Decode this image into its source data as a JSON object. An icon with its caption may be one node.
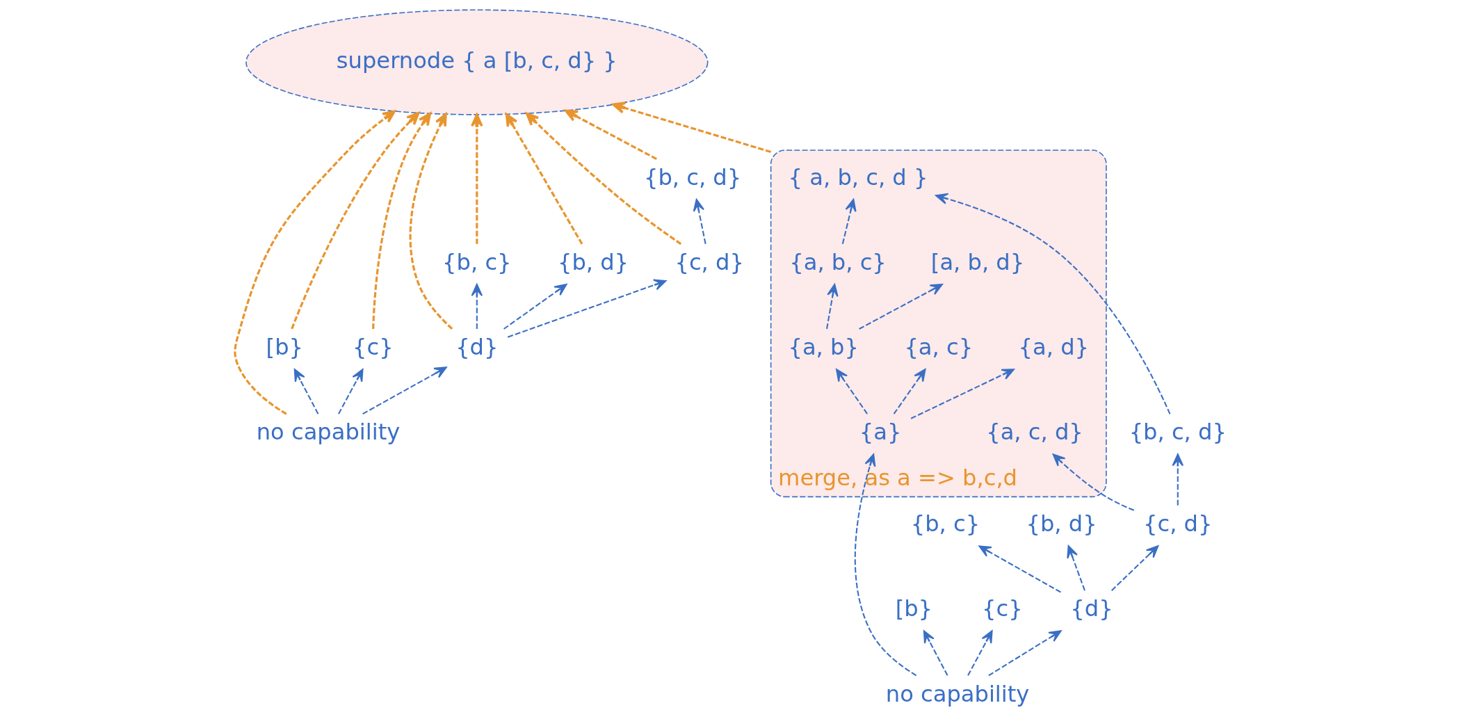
{
  "diagram": {
    "nodes": [
      {
        "text": [
          "merge, as a => b,c,d"
        ]
      },
      {
        "text": [
          "{ a, b, c, d }"
        ],
        "in": 0
      },
      {
        "text": [
          "{a, b, c}"
        ],
        "in": 0
      },
      {
        "text": [
          "[a, b, d}"
        ],
        "in": 0
      },
      {
        "text": [
          "{a, c, d}"
        ],
        "in": 0
      },
      {
        "text": [
          "{b, c, d}"
        ]
      },
      {
        "text": [
          "{a, b}"
        ],
        "in": 0
      },
      {
        "text": [
          "{a, c}"
        ],
        "in": 0
      },
      {
        "text": [
          "{a, d}"
        ],
        "in": 0
      },
      {
        "text": [
          "{b, c}"
        ]
      },
      {
        "text": [
          "{b, d}"
        ]
      },
      {
        "text": [
          "{c, d}"
        ]
      },
      {
        "text": [
          "{a}"
        ],
        "in": 0
      },
      {
        "text": [
          "[b}"
        ]
      },
      {
        "text": [
          "{c}"
        ]
      },
      {
        "text": [
          "{d}"
        ]
      },
      {
        "text": [
          "no capability"
        ]
      },
      {
        "text": [
          "supernode { a [b, c, d} }"
        ]
      },
      {
        "text": [
          "{b, c, d}"
        ]
      },
      {
        "text": [
          "{b, c}"
        ]
      },
      {
        "text": [
          "{b, d}"
        ]
      },
      {
        "text": [
          "{c, d}"
        ]
      },
      {
        "text": [
          "[b}"
        ]
      },
      {
        "text": [
          "{c}"
        ]
      },
      {
        "text": [
          "{d}"
        ]
      },
      {
        "text": [
          "no capability"
        ]
      }
    ],
    "edges": [
      {
        "from": 2,
        "to": 1,
        "arrow": "to",
        "style": "dashed"
      },
      {
        "from": 5,
        "to": 1,
        "arrow": "to",
        "style": "dashed"
      },
      {
        "from": 6,
        "to": 2,
        "arrow": "to",
        "style": "dashed"
      },
      {
        "from": 6,
        "to": 3,
        "arrow": "to",
        "style": "dashed"
      },
      {
        "from": 11,
        "to": 4,
        "arrow": "to",
        "style": "dashed"
      },
      {
        "from": 11,
        "to": 5,
        "arrow": "to",
        "style": "dashed"
      },
      {
        "from": 12,
        "to": 6,
        "arrow": "to",
        "style": "dashed"
      },
      {
        "from": 12,
        "to": 7,
        "arrow": "to",
        "style": "dashed"
      },
      {
        "from": 12,
        "to": 8,
        "arrow": "to",
        "style": "dashed"
      },
      {
        "from": 15,
        "to": 9,
        "arrow": "to",
        "style": "dashed"
      },
      {
        "from": 15,
        "to": 10,
        "arrow": "to",
        "style": "dashed"
      },
      {
        "from": 15,
        "to": 11,
        "arrow": "to",
        "style": "dashed"
      },
      {
        "from": 16,
        "to": 12,
        "arrow": "to",
        "style": "dashed"
      },
      {
        "from": 16,
        "to": 13,
        "arrow": "to",
        "style": "dashed"
      },
      {
        "from": 16,
        "to": 14,
        "arrow": "to",
        "style": "dashed"
      },
      {
        "from": 16,
        "to": 15,
        "arrow": "to",
        "style": "dashed"
      },
      {
        "from": 0,
        "to": 17,
        "arrow": "to",
        "style": "dashed",
        "color": "#e8952e"
      },
      {
        "from": 18,
        "to": 17,
        "arrow": "to",
        "style": "dashed",
        "color": "#e8952e"
      },
      {
        "from": 21,
        "to": 17,
        "arrow": "to",
        "style": "dashed",
        "color": "#e8952e"
      },
      {
        "from": 20,
        "to": 17,
        "arrow": "to",
        "style": "dashed",
        "color": "#e8952e"
      },
      {
        "from": 19,
        "to": 17,
        "arrow": "to",
        "style": "dashed",
        "color": "#e8952e"
      },
      {
        "from": 24,
        "to": 17,
        "arrow": "to",
        "style": "dashed",
        "color": "#e8952e"
      },
      {
        "from": 23,
        "to": 17,
        "arrow": "to",
        "style": "dashed",
        "color": "#e8952e"
      },
      {
        "from": 22,
        "to": 17,
        "arrow": "to",
        "style": "dashed",
        "color": "#e8952e"
      },
      {
        "from": 25,
        "to": 17,
        "arrow": "to",
        "style": "dashed",
        "color": "#e8952e"
      },
      {
        "from": 21,
        "to": 18,
        "arrow": "to",
        "style": "dashed"
      },
      {
        "from": 24,
        "to": 19,
        "arrow": "to",
        "style": "dashed"
      },
      {
        "from": 24,
        "to": 20,
        "arrow": "to",
        "style": "dashed"
      },
      {
        "from": 24,
        "to": 21,
        "arrow": "to",
        "style": "dashed"
      },
      {
        "from": 25,
        "to": 22,
        "arrow": "to",
        "style": "dashed"
      },
      {
        "from": 25,
        "to": 23,
        "arrow": "to",
        "style": "dashed"
      },
      {
        "from": 25,
        "to": 24,
        "arrow": "to",
        "style": "dashed"
      }
    ]
  }
}
